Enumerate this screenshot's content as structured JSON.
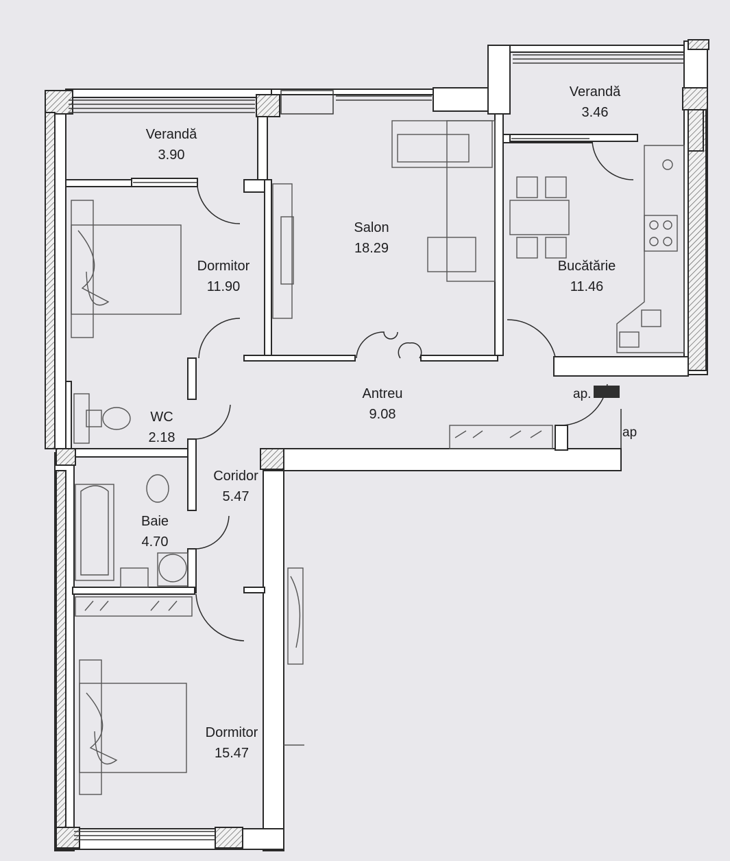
{
  "plan": {
    "rooms": [
      {
        "name": "Verandă",
        "area": "3.90"
      },
      {
        "name": "Verandă",
        "area": "3.46"
      },
      {
        "name": "Dormitor",
        "area": "11.90"
      },
      {
        "name": "Salon",
        "area": "18.29"
      },
      {
        "name": "Bucătărie",
        "area": "11.46"
      },
      {
        "name": "Antreu",
        "area": "9.08"
      },
      {
        "name": "WC",
        "area": "2.18"
      },
      {
        "name": "Coridor",
        "area": "5.47"
      },
      {
        "name": "Baie",
        "area": "4.70"
      },
      {
        "name": "Dormitor",
        "area": "15.47"
      }
    ],
    "apartment_labels": {
      "current": "ap.",
      "neighbor": "ap"
    },
    "colors": {
      "background": "#e9e8ec",
      "wall_fill": "#ffffff",
      "wall_stroke": "#2a2a2a",
      "hatch": "#4a4a4a",
      "text": "#1d1d1f"
    }
  }
}
